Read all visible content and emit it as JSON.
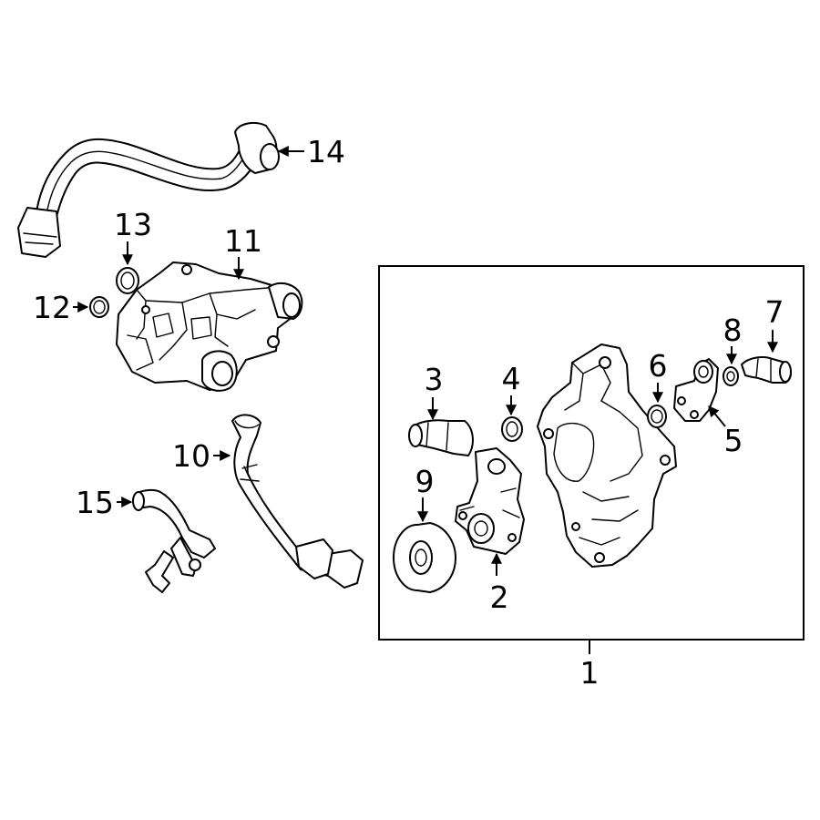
{
  "colors": {
    "line": "#000000",
    "background": "#ffffff"
  },
  "callouts": {
    "c1": "1",
    "c2": "2",
    "c3": "3",
    "c4": "4",
    "c5": "5",
    "c6": "6",
    "c7": "7",
    "c8": "8",
    "c9": "9",
    "c10": "10",
    "c11": "11",
    "c12": "12",
    "c13": "13",
    "c14": "14",
    "c15": "15"
  }
}
